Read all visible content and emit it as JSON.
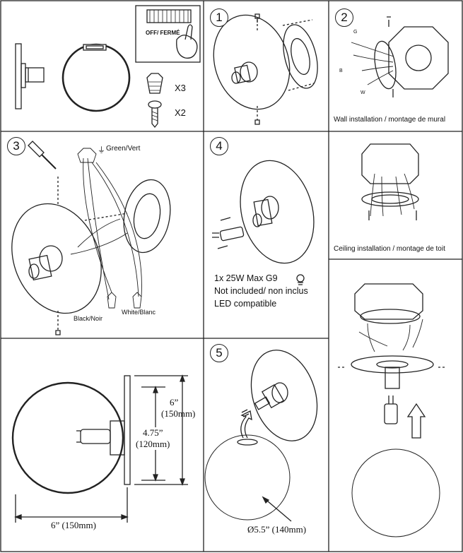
{
  "steps": [
    "1",
    "2",
    "3",
    "4",
    "5"
  ],
  "switch_label": "OFF/ FERMÉ",
  "hardware": {
    "wire_nut_qty": "X3",
    "screw_qty": "X2"
  },
  "panel2": {
    "caption": "Wall installation / montage de mural",
    "wire_labels": {
      "ground": "G",
      "black": "B",
      "white": "W"
    }
  },
  "panel3": {
    "green": "Green/Vert",
    "black": "Black/Noir",
    "white": "White/Blanc"
  },
  "bulb_spec": {
    "line1": "1x 25W Max G9",
    "line2": "Not included/ non inclus",
    "line3": "LED compatible"
  },
  "ceiling_caption": "Ceiling installation / montage de toit",
  "dimensions": {
    "height_outer": "6”",
    "height_outer_mm": "(150mm)",
    "height_inner": "4.75”",
    "height_inner_mm": "(120mm)",
    "width": "6” (150mm)",
    "globe_diameter": "Ø5.5” (140mm)"
  }
}
